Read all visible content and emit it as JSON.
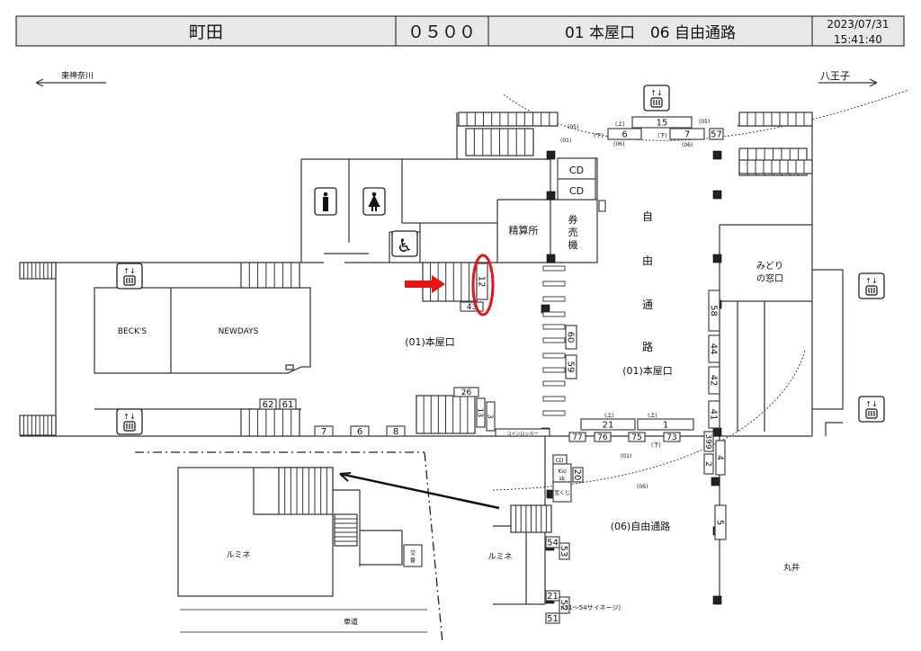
{
  "header": {
    "station": "町田",
    "code": "０５００",
    "exits": "01 本屋口　06 自由通路",
    "date": "2023/07/31",
    "time": "15:41:40"
  },
  "directions": {
    "left": "東神奈川",
    "right": "八王子"
  },
  "labels": {
    "cd1": "CD",
    "cd2": "CD",
    "seisanjo": "精算所",
    "kenbaiki": [
      "券",
      "売",
      "機"
    ],
    "jiyu": [
      "自",
      "由",
      "通",
      "路"
    ],
    "honyaguchi_center": "(01)本屋口",
    "honyaguchi_left": "(01)本屋口",
    "jiyutsuro": "(06)自由通路",
    "midori1": "みどり",
    "midori2": "の窓口",
    "becks": "BECK'S",
    "newdays": "NEWDAYS",
    "lumine_right": "ルミネ",
    "lumine_left": "ルミネ",
    "marui": "丸井",
    "road": "車道",
    "signage": "(51～54サイネージ)",
    "coin_locker": "コインロッカー",
    "kiosk1": "Kio",
    "kiosk2": "sk",
    "cd_small": "CD",
    "takarakuji": "宝くじ",
    "koban1": "交",
    "koban2": "番",
    "up": "(上)",
    "down": "(下)",
    "code01": "(01)",
    "code05": "(05)",
    "code06": "(06)"
  },
  "signs": [
    "15",
    "6",
    "7",
    "57",
    "12",
    "43",
    "60",
    "59",
    "58",
    "44",
    "42",
    "41",
    "21",
    "1",
    "77",
    "76",
    "75",
    "73",
    "399",
    "4",
    "2",
    "5",
    "62",
    "61",
    "7",
    "6",
    "8",
    "26",
    "13",
    "3",
    "20",
    "54",
    "53",
    "21",
    "52",
    "51"
  ],
  "highlight": {
    "sign": "12",
    "color": "#ee1111"
  }
}
